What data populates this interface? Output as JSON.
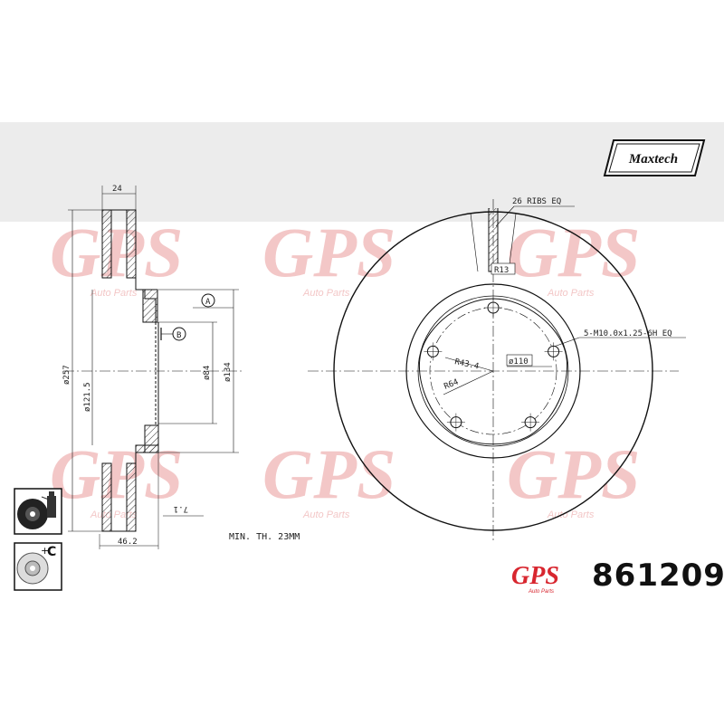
{
  "brand": {
    "name": "Maxtech"
  },
  "watermark": {
    "text": "GPS",
    "subtext": "Auto Parts"
  },
  "footer_logo": {
    "text": "GPS",
    "subtext": "Auto Parts"
  },
  "part_number": "861209",
  "min_thickness": "MIN. TH. 23MM",
  "side_view": {
    "dims": {
      "thickness": "24",
      "outer_diameter": "ø257",
      "inner_diameter": "ø121.5",
      "pcd_ref": "ø84",
      "hat_diameter": "ø134",
      "height": "46.2",
      "offset": "7.1"
    },
    "datums": [
      "A",
      "B"
    ]
  },
  "front_view": {
    "notes": {
      "ribs": "26 RIBS EQ",
      "rib_radius": "R13",
      "bolts": "5-M10.0x1.25-6H EQ",
      "radius_outer": "R43.4",
      "radius_inner": "R64",
      "center_bore": "ø110"
    },
    "bolt_count": 5
  },
  "colors": {
    "band": "#ececec",
    "watermark": "#f3c7c7",
    "line": "#111111",
    "logo_red": "#d8262f"
  }
}
